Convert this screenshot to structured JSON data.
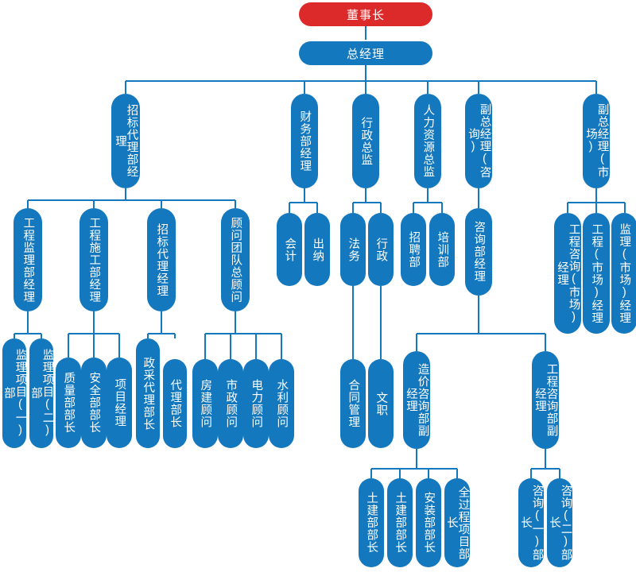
{
  "org": {
    "chairman": "董事长",
    "gm": "总经理",
    "tender_mgr": "招标代理部经理",
    "finance_mgr": "财务部经理",
    "admin_dir": "行政总监",
    "hr_dir": "人力资源总监",
    "deputy_consult": "副总经理(咨询)",
    "deputy_market": "副总经理(市场)",
    "eng_supervision_mgr": "工程监理部经理",
    "eng_construction_mgr": "工程施工部经理",
    "tender_agent_mgr": "招标代理经理",
    "consultant_team": "顾问团队总顾问",
    "accountant": "会计",
    "cashier": "出纳",
    "legal": "法务",
    "administration": "行政",
    "recruitment": "招聘部",
    "training": "培训部",
    "consult_mgr": "咨询部经理",
    "eng_consult_market_mgr": "工程咨询(市场)经理",
    "eng_market_mgr": "工程(市场)经理",
    "supervision_market_mgr": "监理(市场)经理",
    "supervision_project_1": "监理项目(一)部",
    "supervision_project_2": "监理项目(二)部",
    "quality_head": "质量部部长",
    "safety_head": "安全部部长",
    "project_manager": "项目经理",
    "procurement_head": "政采代理部长",
    "agent_head": "代理部长",
    "housing_consultant": "房建顾问",
    "municipal_consultant": "市政顾问",
    "power_consultant": "电力顾问",
    "water_consultant": "水利顾问",
    "contract_mgmt": "合同管理",
    "clerk": "文职",
    "cost_consult_deputy": "造价咨询部副经理",
    "eng_consult_deputy": "工程咨询部副经理",
    "civil_head_1": "土建部部长",
    "civil_head_2": "土建部部长",
    "install_head": "安装部部长",
    "whole_process_head": "全过程项目部长",
    "consult_head_1": "咨询(一)部长",
    "consult_head_2": "咨询(二)部长"
  }
}
